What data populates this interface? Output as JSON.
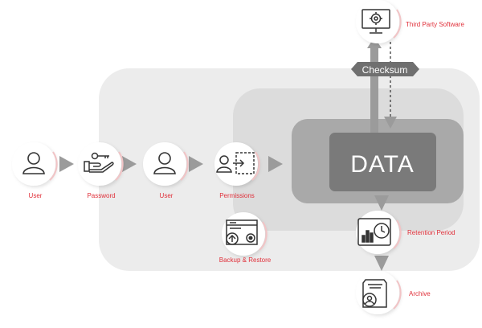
{
  "diagram": {
    "center_label": "DATA",
    "checksum_label": "Checksum",
    "flow": [
      {
        "id": "user-1",
        "label": "User",
        "icon": "user-icon"
      },
      {
        "id": "password",
        "label": "Password",
        "icon": "key-hand-icon"
      },
      {
        "id": "user-2",
        "label": "User",
        "icon": "user-icon"
      },
      {
        "id": "permissions",
        "label": "Permissions",
        "icon": "user-permissions-icon"
      }
    ],
    "backup": {
      "label": "Backup & Restore",
      "icon": "backup-restore-icon"
    },
    "third_party": {
      "label": "Third Party Software",
      "icon": "monitor-gear-icon"
    },
    "retention": {
      "label": "Retention Period",
      "icon": "chart-clock-icon"
    },
    "archive": {
      "label": "Archive",
      "icon": "archive-document-icon"
    },
    "colors": {
      "accent": "#e0303a",
      "outer_region": "#ececec",
      "middle_region": "#dcdcdc",
      "inner_region": "#a9a9a9",
      "data_box": "#7a7a7a",
      "arrow": "#9b9b9b",
      "checksum_tag": "#6f6f6f",
      "icon_stroke": "#333333"
    }
  }
}
